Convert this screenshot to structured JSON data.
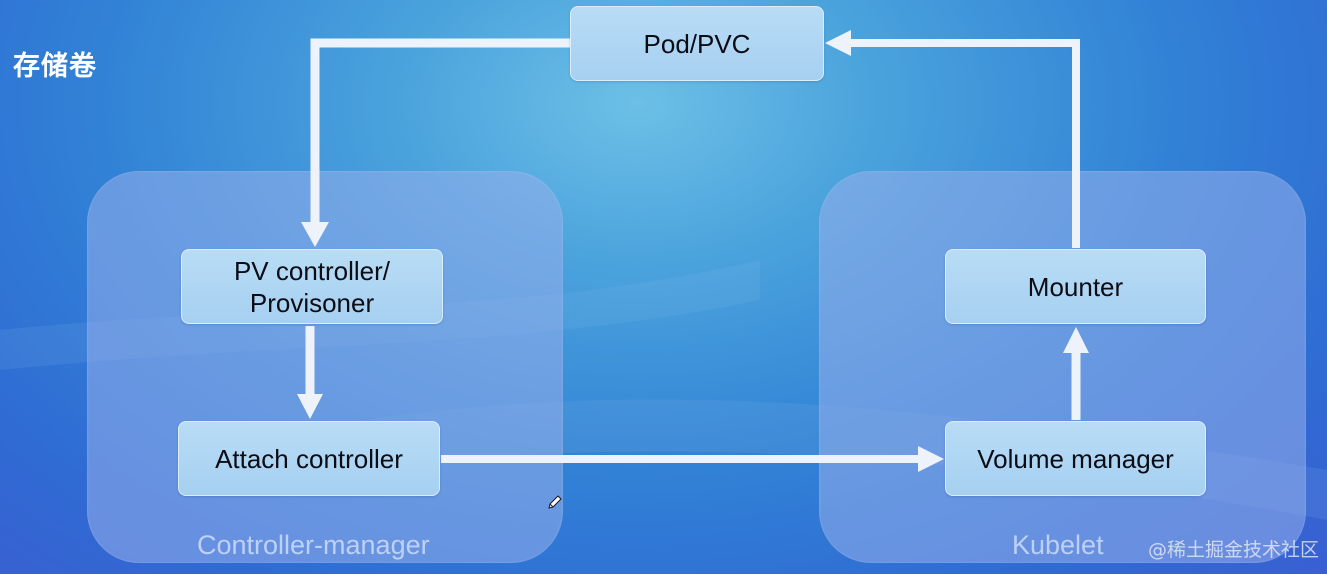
{
  "page": {
    "title": "存储卷",
    "watermark": "@稀土掘金技术社区"
  },
  "groups": {
    "controller_manager": {
      "label": "Controller-manager"
    },
    "kubelet": {
      "label": "Kubelet"
    }
  },
  "nodes": {
    "pod_pvc": "Pod/PVC",
    "pv_controller_line1": "PV controller/",
    "pv_controller_line2": "Provisoner",
    "attach_controller": "Attach controller",
    "mounter": "Mounter",
    "volume_manager": "Volume manager"
  },
  "colors": {
    "arrow": "#eef3fb",
    "node_fill": "#a9d2f2",
    "group_fill": "#8fa9e6",
    "text": "#0c0c14"
  },
  "icons": {
    "pencil": "pencil-icon"
  }
}
